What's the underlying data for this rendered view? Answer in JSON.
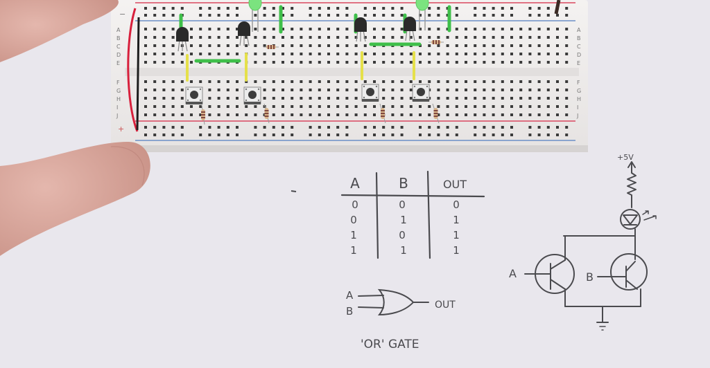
{
  "scene": {
    "description": "Breadboard OR gate demo with hand-drawn notes on paper",
    "paper_color": "#e9e7ed",
    "ink_color": "#4a4a4e"
  },
  "breadboard": {
    "row_labels_left_top": [
      "A",
      "B",
      "C",
      "D",
      "E"
    ],
    "row_labels_left_bottom": [
      "F",
      "G",
      "H",
      "I",
      "J"
    ],
    "rail_labels": {
      "top": "−",
      "bottom": "+"
    },
    "components": {
      "transistors": 4,
      "push_buttons": 4,
      "leds": 2,
      "resistors": 6
    },
    "colors": {
      "board": "#f1efee",
      "hole": "#3a3a3a",
      "red_rail": "#d9475e",
      "blue_rail": "#6c8fc7",
      "green_wire": "#3fbf4a",
      "yellow_wire": "#e5e04a",
      "red_wire": "#d8203c",
      "black_wire": "#1d1d1d",
      "led": "#7be37f"
    }
  },
  "truth_table": {
    "headers": [
      "A",
      "B",
      "OUT"
    ],
    "rows": [
      [
        "0",
        "0",
        "0"
      ],
      [
        "0",
        "1",
        "1"
      ],
      [
        "1",
        "0",
        "1"
      ],
      [
        "1",
        "1",
        "1"
      ]
    ]
  },
  "gate_symbol": {
    "input_a": "A",
    "input_b": "B",
    "output": "OUT",
    "caption": "'OR' GATE"
  },
  "schematic": {
    "supply_label": "+5V",
    "input_a": "A",
    "input_b": "B"
  }
}
